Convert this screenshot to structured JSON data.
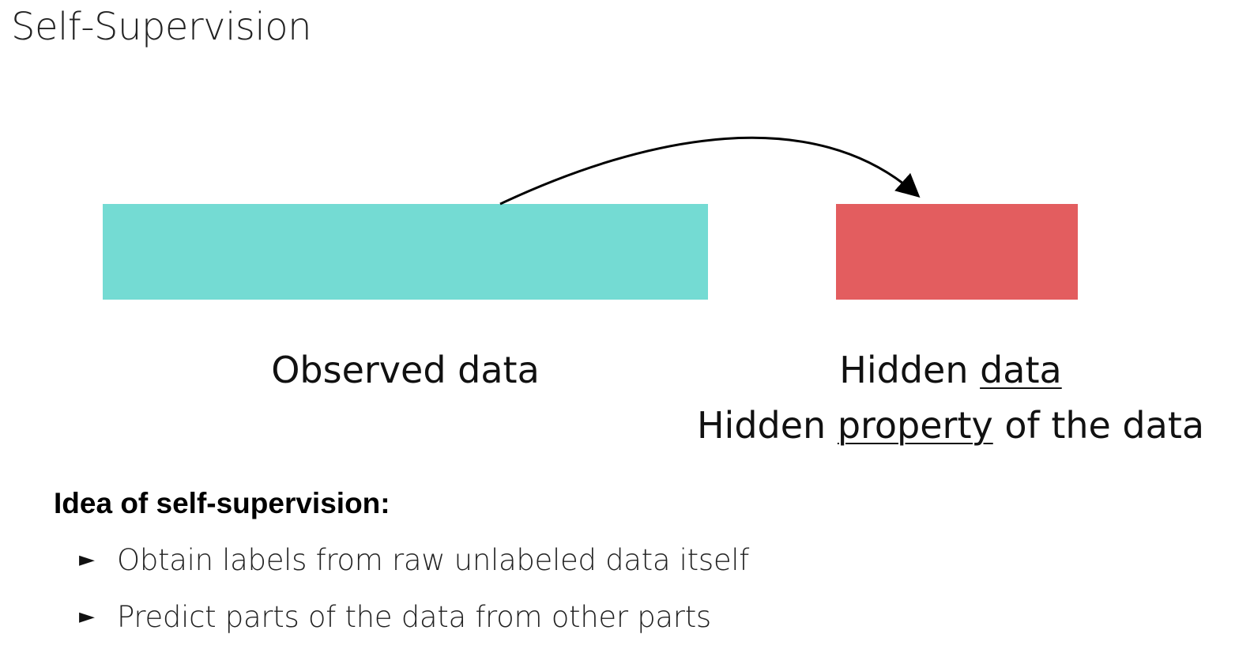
{
  "slide": {
    "title": "Self-Supervision"
  },
  "diagram": {
    "observed_label": "Observed data",
    "hidden_label_prefix": "Hidden ",
    "hidden_label_underlined": "data",
    "hidden_property_prefix": "Hidden ",
    "hidden_property_underlined": "property",
    "hidden_property_suffix": " of the data",
    "colors": {
      "observed_block": "#74dbd3",
      "hidden_block": "#e35d5f",
      "arrow": "#000000"
    }
  },
  "idea": {
    "heading": "Idea of self-supervision:",
    "bullet_marker": "►",
    "bullets": [
      "Obtain labels from raw unlabeled data itself",
      "Predict parts of the data from other parts"
    ]
  }
}
